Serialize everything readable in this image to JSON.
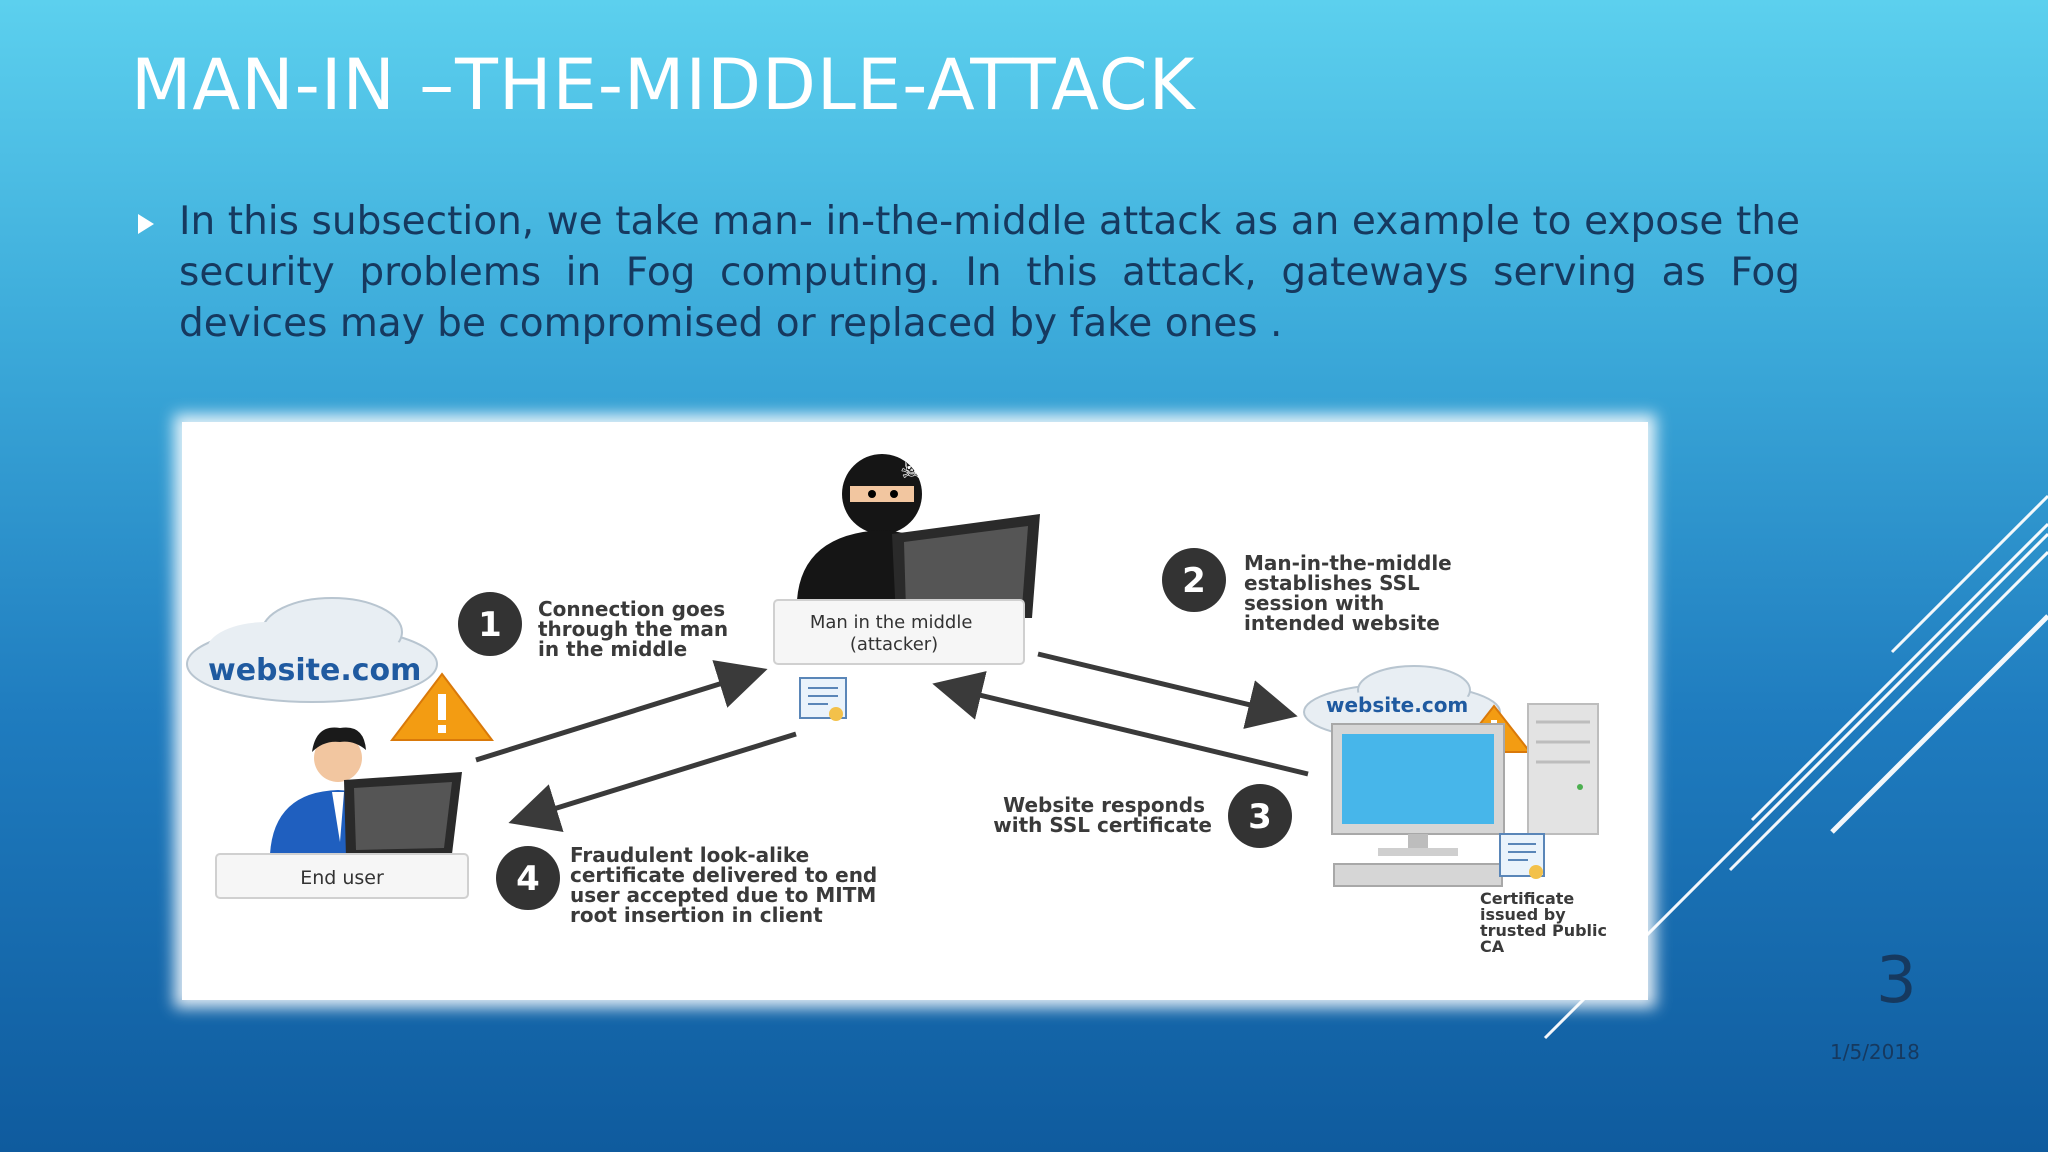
{
  "slide": {
    "title": "MAN-IN –THE-MIDDLE-ATTACK",
    "bullet": "In this subsection, we take man- in-the-middle attack as an example to expose the  security problems in Fog computing. In this attack, gateways serving as Fog devices may be compromised or replaced by fake ones .",
    "page_number": "3",
    "date": "1/5/2018"
  },
  "diagram": {
    "website_label_left": "website.com",
    "website_label_right": "website.com",
    "attacker_label_line1": "Man in the middle",
    "attacker_label_line2": "(attacker)",
    "end_user_label": "End user",
    "steps": [
      {
        "number": "1",
        "lines": [
          "Connection goes",
          "through the man",
          "in the middle"
        ]
      },
      {
        "number": "2",
        "lines": [
          "Man-in-the-middle",
          "establishes SSL",
          "session with",
          "intended website"
        ]
      },
      {
        "number": "3",
        "lines": [
          "Website responds",
          "with SSL certificate"
        ]
      },
      {
        "number": "4",
        "lines": [
          "Fraudulent look-alike",
          "certificate delivered to end",
          "user accepted due to MITM",
          "root insertion in client"
        ]
      }
    ],
    "certificate_label": [
      "Certificate",
      "issued by",
      "trusted Public",
      "CA"
    ]
  },
  "colors": {
    "background_top": "#5cd0ee",
    "background_bottom": "#0f5b9e",
    "body_text": "#16395f",
    "warning": "#f39c12"
  }
}
